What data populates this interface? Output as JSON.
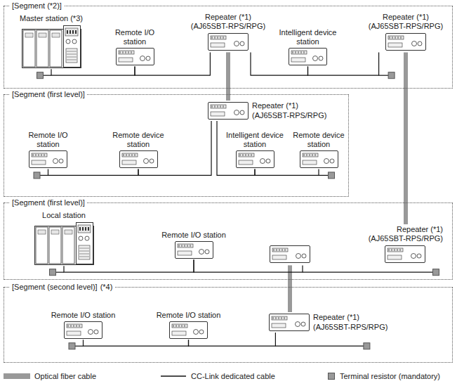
{
  "diagram": {
    "nodes": [
      {
        "text": [
          "[Segment (*2)]"
        ]
      },
      {
        "text": [
          "Master station (*3)"
        ],
        "in": 0
      },
      {
        "text": [
          "Remote I/O station"
        ],
        "in": 0
      },
      {
        "text": [
          "Repeater (*1)",
          "(AJ65SBT-RPS/RPG)"
        ],
        "in": 0
      },
      {
        "text": [
          "Intelligent device station"
        ],
        "in": 0
      },
      {
        "text": [
          "Repeater (*1)",
          "(AJ65SBT-RPS/RPG)"
        ],
        "in": 0
      },
      {
        "text": [
          "[Segment (first level)]"
        ]
      },
      {
        "text": [
          "Repeater (*1)",
          "(AJ65SBT-RPS/RPG)"
        ],
        "in": 6
      },
      {
        "text": [
          "Remote I/O station"
        ],
        "in": 6
      },
      {
        "text": [
          "Remote device station"
        ],
        "in": 6
      },
      {
        "text": [
          "Intelligent device station"
        ],
        "in": 6
      },
      {
        "text": [
          "Remote device station"
        ],
        "in": 6
      },
      {
        "text": [
          "[Segment (first level)]"
        ]
      },
      {
        "text": [
          "Local station"
        ],
        "in": 12
      },
      {
        "text": [
          "Remote I/O station"
        ],
        "in": 12
      },
      {
        "text": [
          "Repeater (*1)",
          "(AJ65SBT-RPS/RPG)"
        ],
        "in": 12
      },
      {
        "text": [
          "[Segment (second level)]",
          "(*4)"
        ]
      },
      {
        "text": [
          "Remote I/O station"
        ],
        "in": 16
      },
      {
        "text": [
          "Remote I/O station"
        ],
        "in": 16
      },
      {
        "text": [
          "Repeater (*1)",
          "(AJ65SBT-RPS/RPG)"
        ],
        "in": 16
      }
    ],
    "edges": [
      {
        "from": 3,
        "to": 7,
        "arrow": "none"
      },
      {
        "from": 5,
        "to": 15,
        "arrow": "none"
      },
      {
        "from": 15,
        "to": 19,
        "arrow": "none"
      },
      {
        "from": 1,
        "to": 2,
        "arrow": "none"
      },
      {
        "from": 2,
        "to": 3,
        "arrow": "none"
      },
      {
        "from": 3,
        "to": 4,
        "arrow": "none"
      },
      {
        "from": 4,
        "to": 5,
        "arrow": "none"
      },
      {
        "from": 8,
        "to": 9,
        "arrow": "none"
      },
      {
        "from": 9,
        "to": 7,
        "arrow": "none"
      },
      {
        "from": 7,
        "to": 10,
        "arrow": "none"
      },
      {
        "from": 10,
        "to": 11,
        "arrow": "none"
      },
      {
        "from": 13,
        "to": 14,
        "arrow": "none"
      },
      {
        "from": 14,
        "to": 15,
        "arrow": "none"
      },
      {
        "from": 17,
        "to": 18,
        "arrow": "none"
      },
      {
        "from": 18,
        "to": 19,
        "arrow": "none"
      }
    ],
    "legend": [
      {
        "text": "Optical fiber cable",
        "color": "#999999"
      },
      {
        "text": "CC-Link dedicated cable"
      },
      {
        "text": "Terminal resistor (mandatory)"
      }
    ]
  }
}
